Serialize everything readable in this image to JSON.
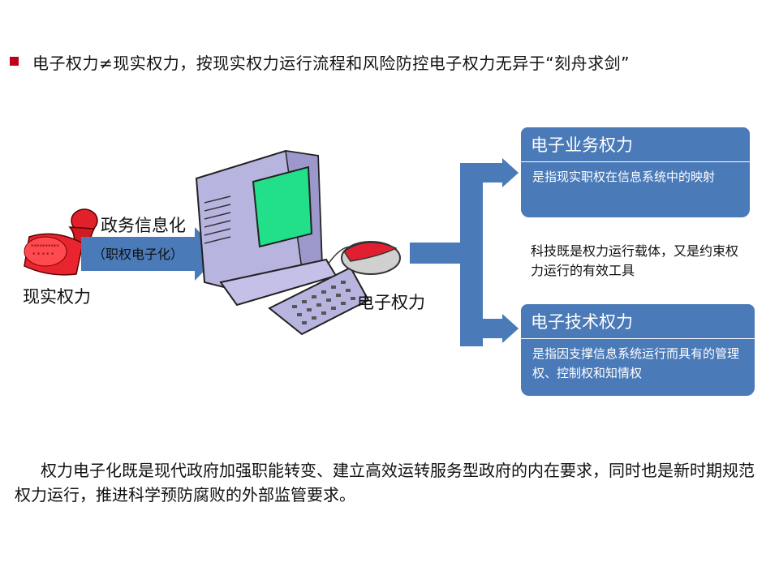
{
  "header": {
    "bullet_color": "#c0001a",
    "title": "电子权力≠现实权力，按现实权力运行流程和风险防控电子权力无异于“刻舟求剑”"
  },
  "diagram": {
    "arrow_color": "#4a7ab8",
    "stamp_label": "现实权力",
    "arrow_top_label": "政务信息化",
    "arrow_inner_label": "（职权电子化）",
    "computer_label": "电子权力",
    "middle_note": "科技既是权力运行载体，又是约束权力运行的有效工具",
    "panels": [
      {
        "title": "电子业务权力",
        "body": "是指现实职权在信息系统中的映射"
      },
      {
        "title": "电子技术权力",
        "body": "是指因支撑信息系统运行而具有的管理权、控制权和知情权"
      }
    ]
  },
  "summary": "权力电子化既是现代政府加强职能转变、建立高效运转服务型政府的内在要求，同时也是新时期规范权力运行，推进科学预防腐败的外部监管要求。"
}
